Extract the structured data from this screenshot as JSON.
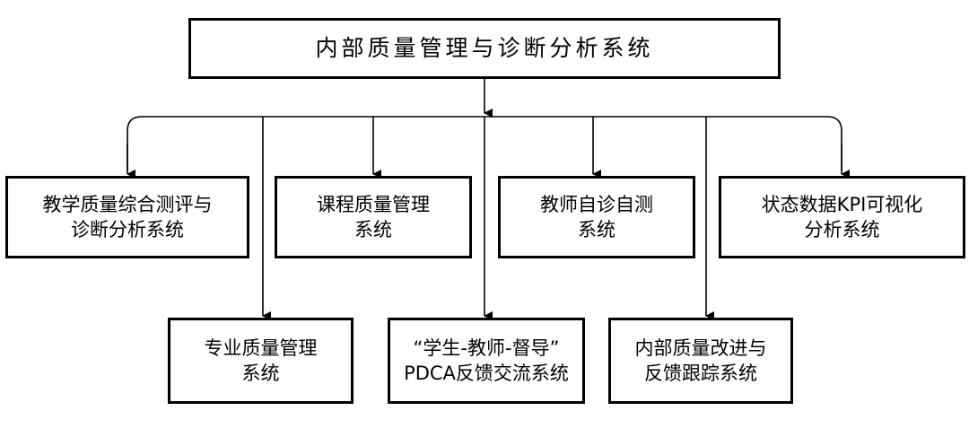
{
  "root": {
    "label": "内部质量管理与诊断分析系统"
  },
  "middle_row": [
    {
      "line1": "教学质量综合测评与",
      "line2": "诊断分析系统"
    },
    {
      "line1": "课程质量管理",
      "line2": "系统"
    },
    {
      "line1": "教师自诊自测",
      "line2": "系统"
    },
    {
      "line1": "状态数据KPI可视化",
      "line2": "分析系统"
    }
  ],
  "bottom_row": [
    {
      "line1": "专业质量管理",
      "line2": "系统"
    },
    {
      "line1": "“学生-教师-督导”",
      "line2": "PDCA反馈交流系统"
    },
    {
      "line1": "内部质量改进与",
      "line2": "反馈跟踪系统"
    }
  ],
  "colors": {
    "line": "#000000",
    "box_border": "#000000",
    "background": "#ffffff"
  }
}
